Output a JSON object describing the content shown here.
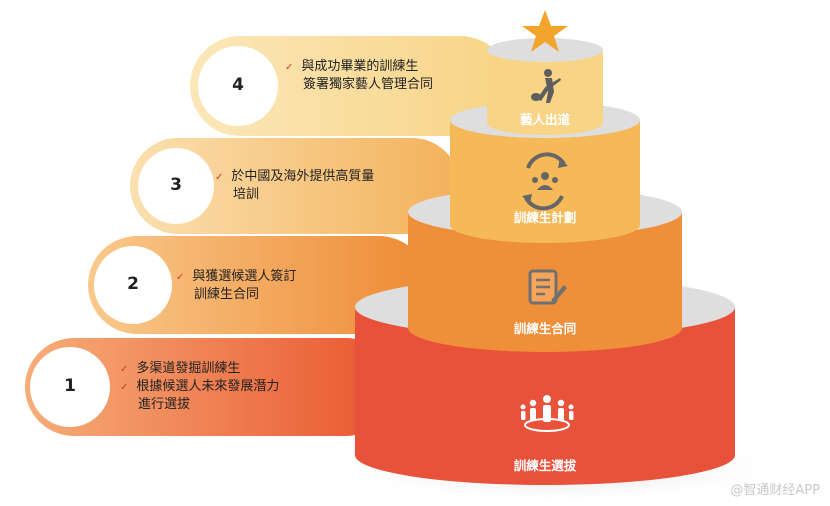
{
  "steps": [
    {
      "number": "4",
      "lines": [
        "與成功畢業的訓練生",
        "簽署獨家藝人管理合同"
      ]
    },
    {
      "number": "3",
      "lines": [
        "於中國及海外提供高質量",
        "培訓"
      ]
    },
    {
      "number": "2",
      "lines": [
        "與獲選候選人簽訂",
        "訓練生合同"
      ]
    },
    {
      "number": "1",
      "bullets": [
        [
          "多渠道發掘訓練生"
        ],
        [
          "根據候選人未來發展潛力",
          "進行選拔"
        ]
      ]
    }
  ],
  "tiers": [
    {
      "label": "藝人出道",
      "icon": "guitar-player-icon"
    },
    {
      "label": "訓練生計劃",
      "icon": "people-cycle-icon"
    },
    {
      "label": "訓練生合同",
      "icon": "contract-document-icon"
    },
    {
      "label": "訓練生選拔",
      "icon": "selection-people-icon"
    }
  ],
  "top_icon": "star-icon",
  "watermark": "@智通财经APP",
  "colors": {
    "tier1": "#e8513a",
    "tier2": "#f08f3a",
    "tier3": "#f5b959",
    "tier4": "#f8d486",
    "top_grey": "#dedede",
    "star": "#f2a52a"
  }
}
